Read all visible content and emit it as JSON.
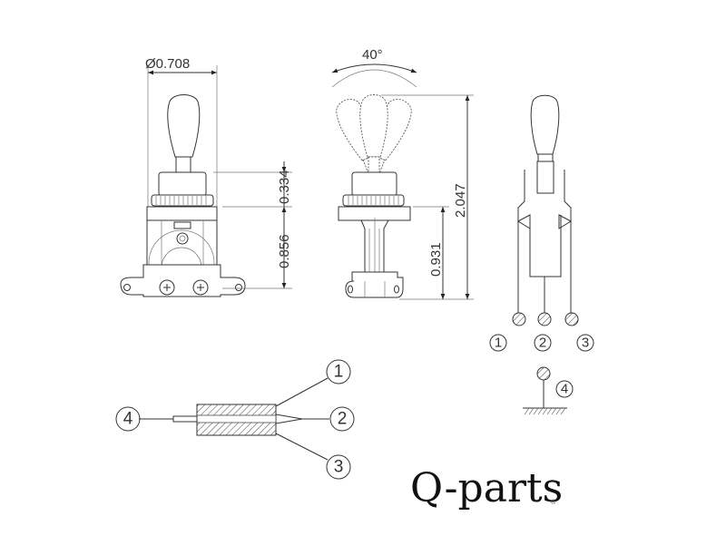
{
  "diagram": {
    "title": "Toggle switch dimension drawing",
    "dimensions": {
      "diameter": "Ø0.708",
      "bushing_height": "0.334",
      "body_height": "0.856",
      "throw_angle": "40°",
      "total_height": "2.047",
      "side_body_height": "0.931"
    },
    "schematic_labels": [
      "1",
      "2",
      "3",
      "4"
    ],
    "cable_labels": [
      "1",
      "2",
      "3",
      "4"
    ],
    "logo": {
      "text": "Q-parts",
      "mark": "®"
    },
    "colors": {
      "line": "#333333",
      "background": "#ffffff"
    }
  }
}
